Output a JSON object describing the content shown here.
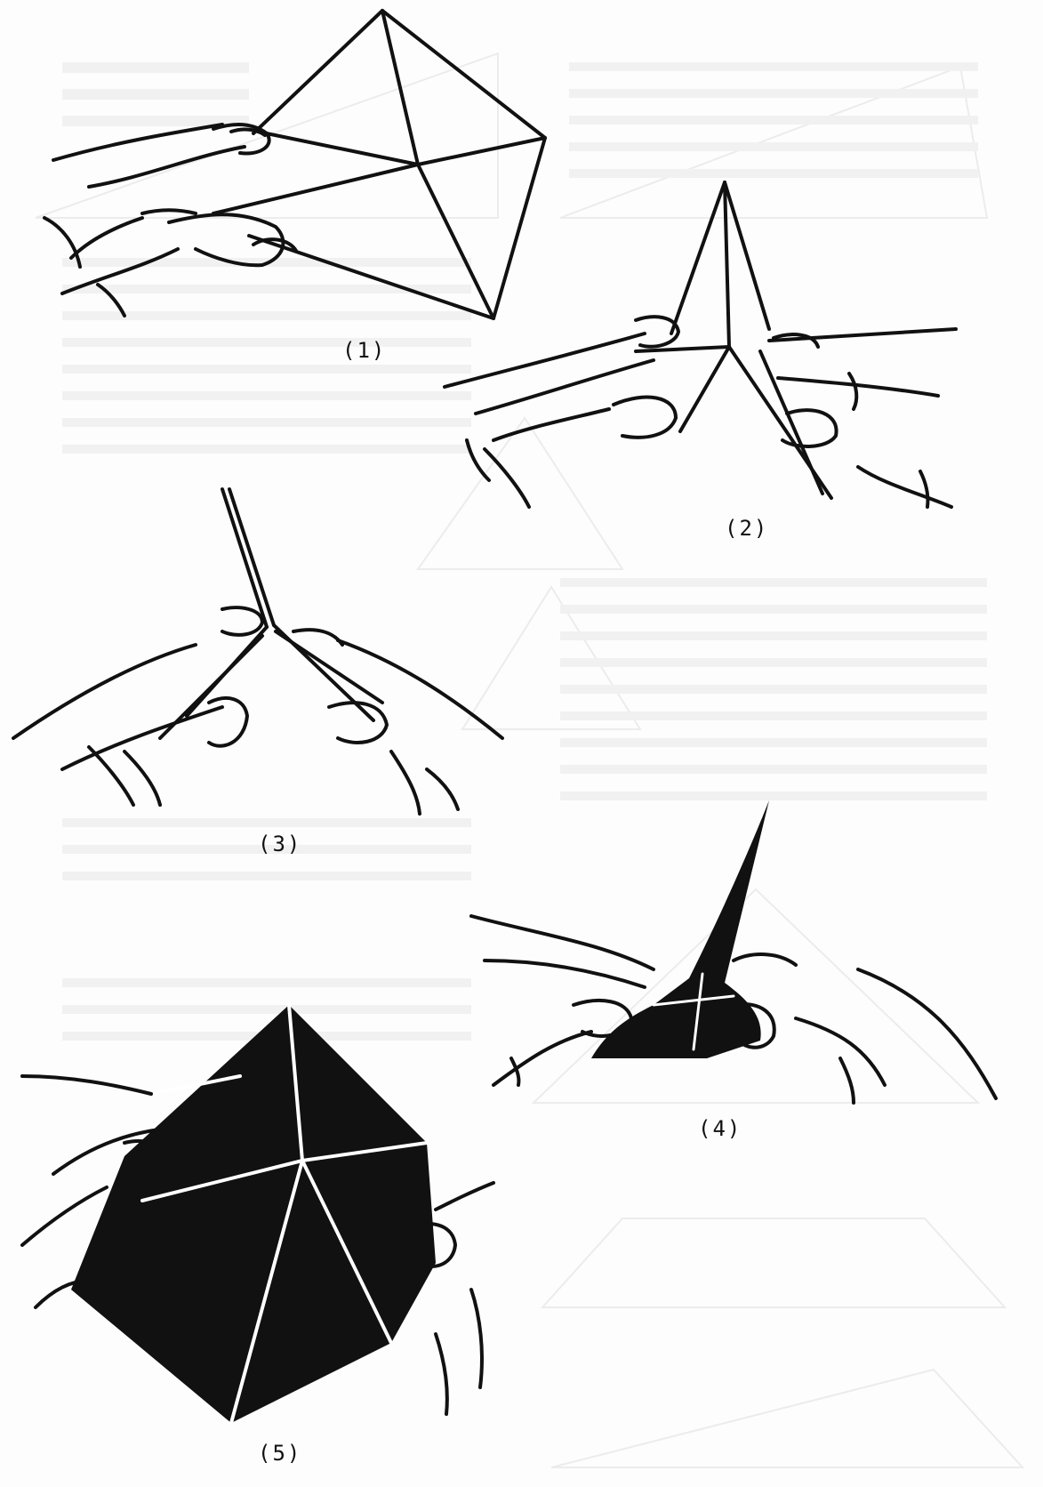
{
  "figures": [
    {
      "id": "1",
      "caption": "(1)"
    },
    {
      "id": "2",
      "caption": "(2)"
    },
    {
      "id": "3",
      "caption": "(3)"
    },
    {
      "id": "4",
      "caption": "(4)"
    },
    {
      "id": "5",
      "caption": "(5)"
    }
  ],
  "colors": {
    "ink": "#111111",
    "paper": "#fdfdfd",
    "ghost": "#e8e8e8"
  }
}
